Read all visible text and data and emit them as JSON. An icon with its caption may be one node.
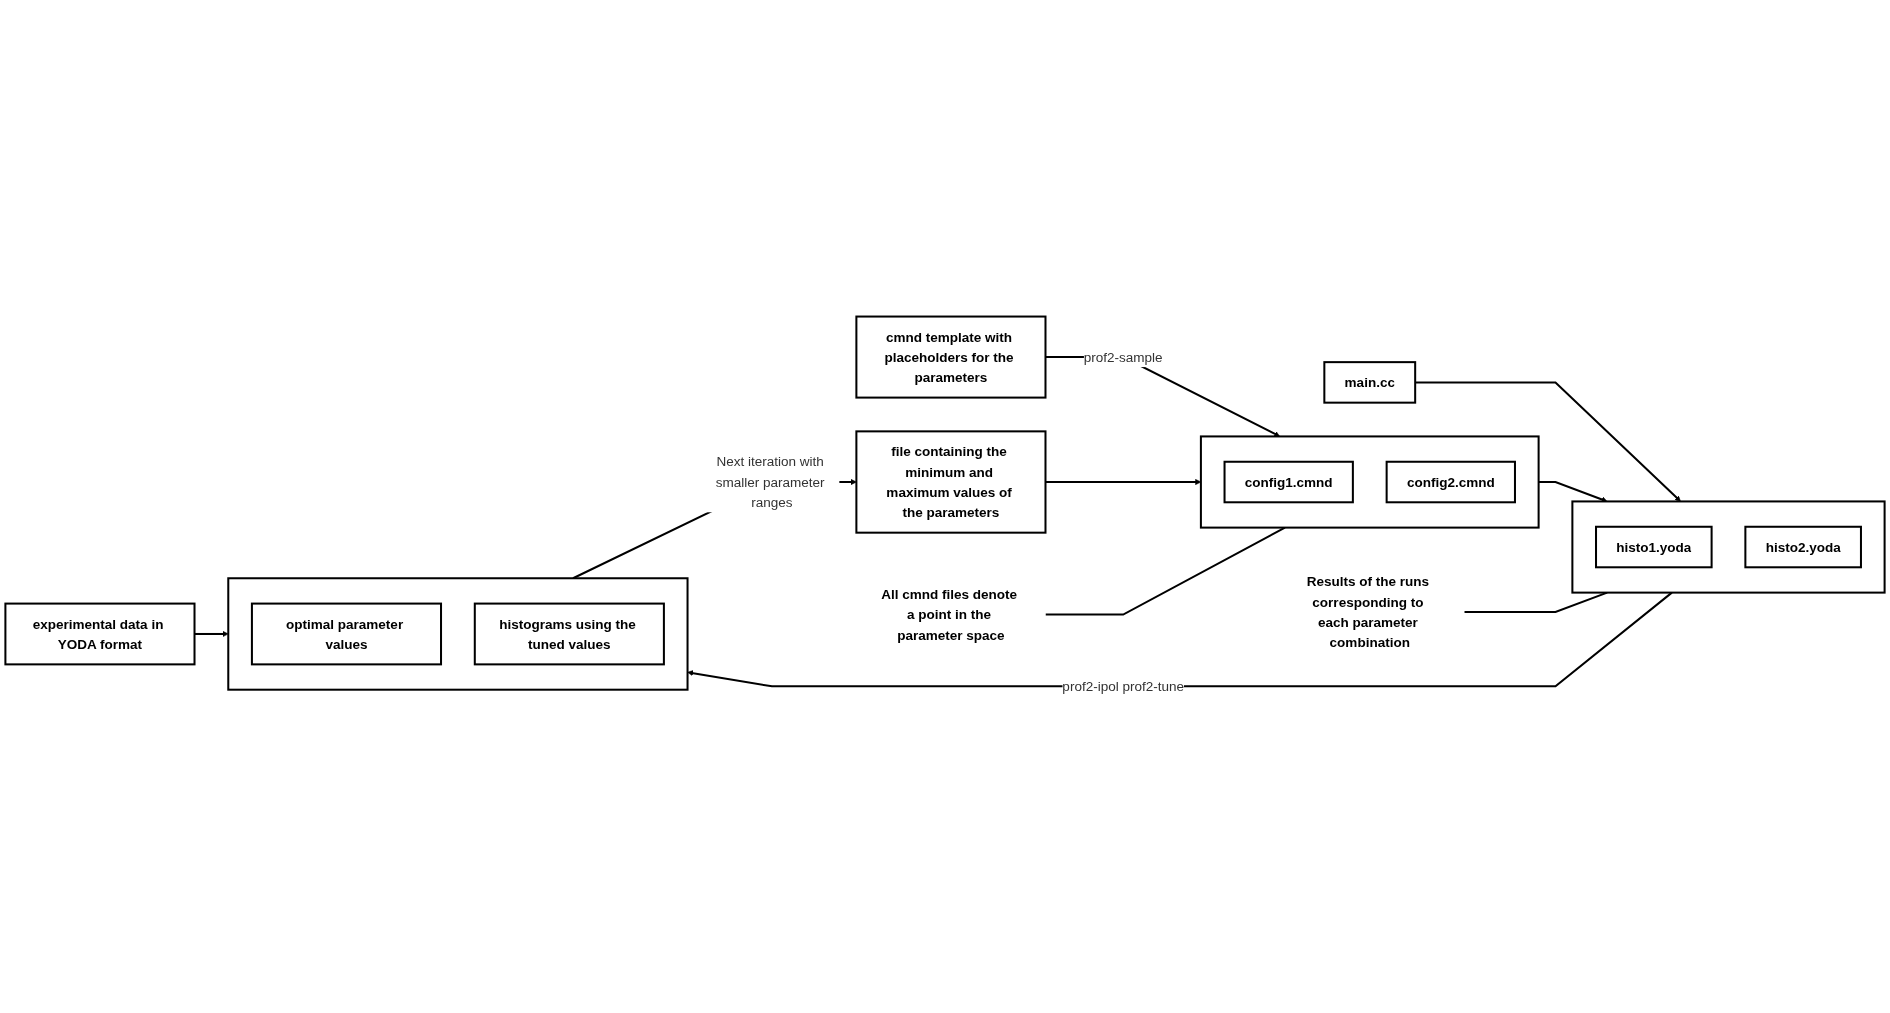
{
  "diagram": {
    "nodes": [
      {
        "text": [
          "main.cc"
        ]
      },
      {
        "text": [
          "cmnd template with placeholders for the parameters"
        ]
      },
      {
        "text": [
          "file containing the minimum and maximum values of the parameters"
        ]
      },
      {
        "text": [],
        "shape": "box"
      },
      {
        "text": [
          "config1.cmnd"
        ],
        "in": 3
      },
      {
        "text": [
          "config2.cmnd"
        ],
        "in": 3
      },
      {
        "text": [],
        "shape": "box"
      },
      {
        "text": [
          "histo1.yoda"
        ],
        "in": 6
      },
      {
        "text": [
          "histo2.yoda"
        ],
        "in": 6
      },
      {
        "text": [
          "experimental data in YODA format"
        ]
      },
      {
        "text": [],
        "shape": "box"
      },
      {
        "text": [
          "optimal parameter values"
        ],
        "in": 10
      },
      {
        "text": [
          "histograms using the tuned values"
        ],
        "in": 10
      },
      {
        "text": [
          "All cmnd files denote a point in the parameter space"
        ]
      },
      {
        "text": [
          "Results of the runs corresponding to each parameter combination"
        ]
      }
    ],
    "edges": [
      {
        "from": 1,
        "to": 3,
        "arrow": "to",
        "label": "prof2-sample"
      },
      {
        "from": 2,
        "to": 3,
        "arrow": "to"
      },
      {
        "from": 0,
        "to": 6,
        "arrow": "to"
      },
      {
        "from": 3,
        "to": 6,
        "arrow": "to"
      },
      {
        "from": 6,
        "to": 10,
        "arrow": "to",
        "label": "prof2-ipol prof2-tune"
      },
      {
        "from": 9,
        "to": 10,
        "arrow": "to"
      },
      {
        "from": 10,
        "to": 2,
        "arrow": "to",
        "label": "Next iteration with smaller parameter ranges"
      },
      {
        "from": 13,
        "to": 3,
        "arrow": "none"
      },
      {
        "from": 14,
        "to": 6,
        "arrow": "none"
      }
    ]
  }
}
